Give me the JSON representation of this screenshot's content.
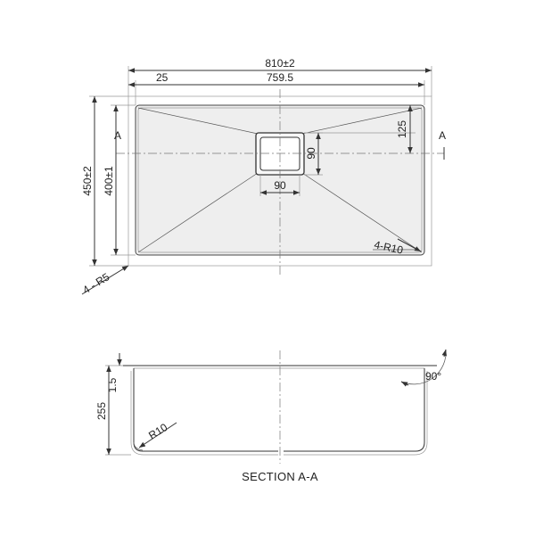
{
  "plan_view": {
    "overall_length": "810±2",
    "flange_width": "25",
    "bowl_length": "759.5",
    "overall_width": "450±2",
    "bowl_width": "400±1",
    "corner_radius_outer": "4 - R5",
    "corner_radius_inner": "4-R10",
    "drain_offset": "125",
    "drain_width": "90",
    "drain_height": "90",
    "section_mark_left": "A",
    "section_mark_right": "A"
  },
  "section_view": {
    "title": "SECTION A-A",
    "depth": "255",
    "thickness": "1.5",
    "bottom_radius": "R10",
    "wall_angle": "90°"
  }
}
